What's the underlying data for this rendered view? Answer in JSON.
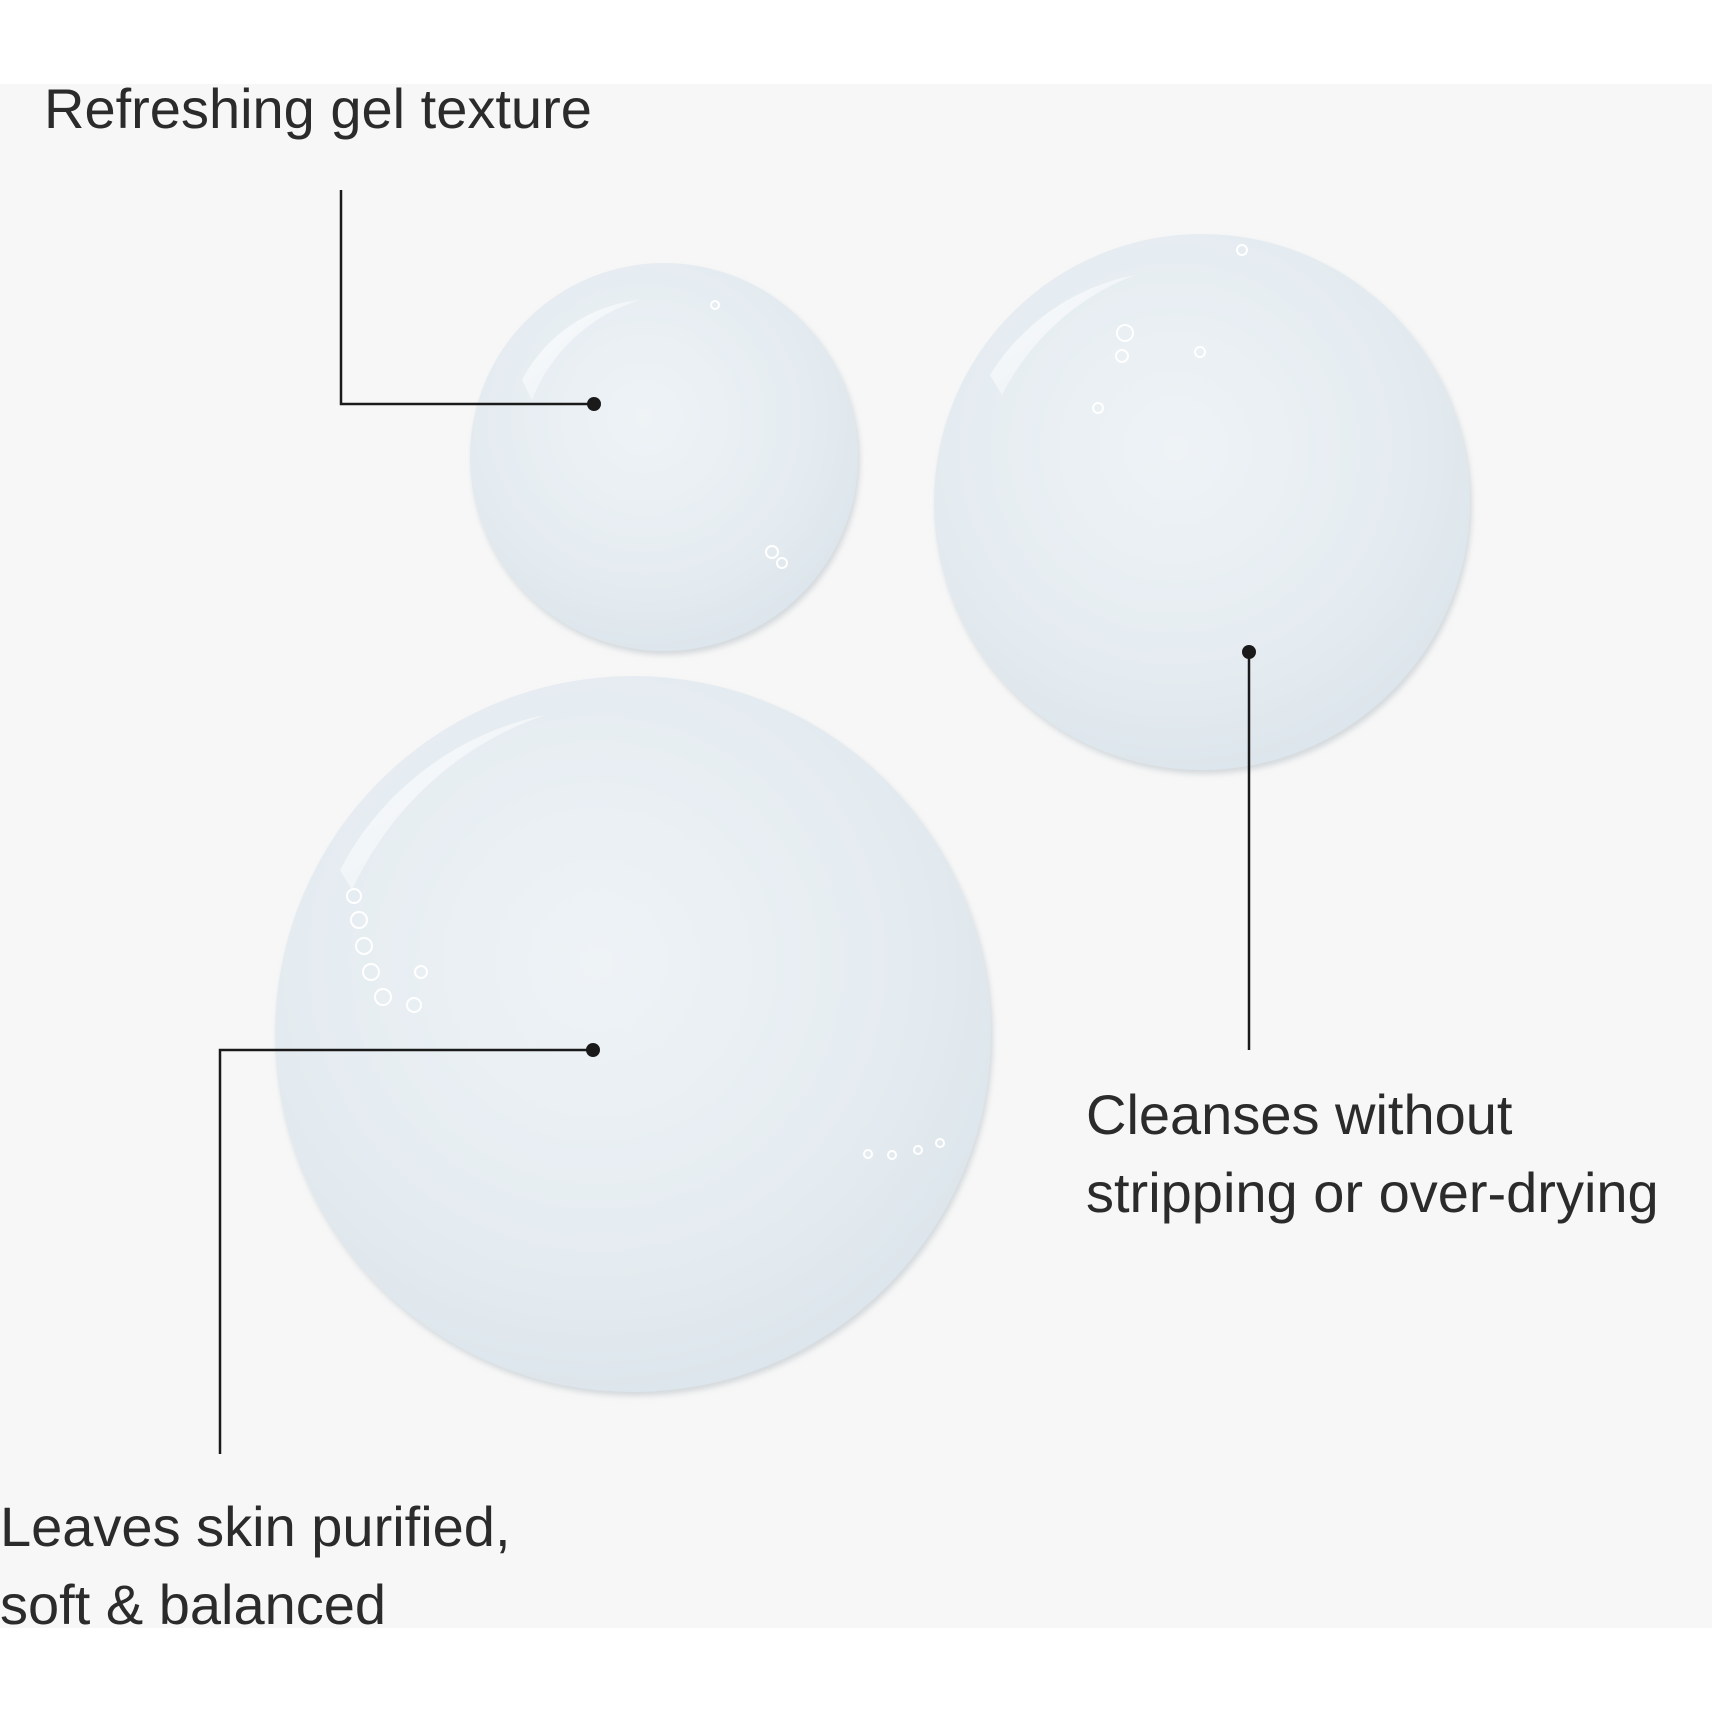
{
  "callouts": {
    "gel_texture": "Refreshing gel texture",
    "cleanses": {
      "line1": "Cleanses without",
      "line2": "stripping or over-drying"
    },
    "leaves_skin": {
      "line1": "Leaves skin purified,",
      "line2": "soft & balanced"
    }
  },
  "colors": {
    "background": "#f7f7f7",
    "text": "#2b2b2b",
    "leader_line": "#1a1a1a",
    "gel_drop": "#e6edf2"
  }
}
